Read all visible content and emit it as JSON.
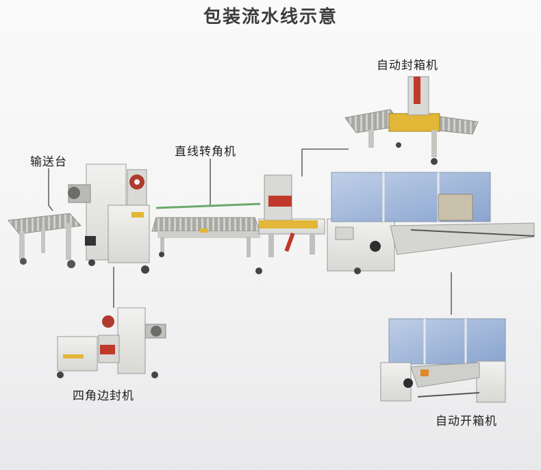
{
  "title": "包装流水线示意",
  "labels": {
    "conveyor": "输送台",
    "corner": "直线转角机",
    "auto_sealer": "自动封箱机",
    "four_corner_sealer": "四角边封机",
    "auto_erector": "自动开箱机"
  },
  "colors": {
    "machine_body": "#e6e6e3",
    "frame": "#c9c9c6",
    "roller": "#b4b4b0",
    "panel_glass": "#9fb8dc",
    "accent_red": "#c0392b",
    "accent_yellow": "#e2b636",
    "leader_line": "#444444"
  }
}
